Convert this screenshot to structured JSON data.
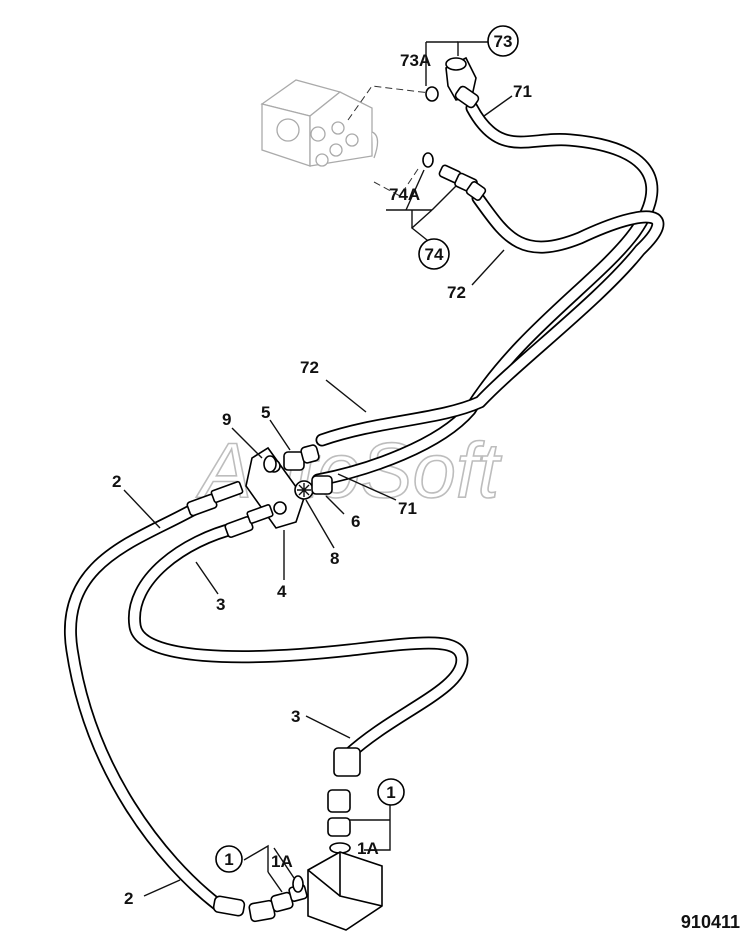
{
  "watermark": "AutoSoft",
  "drawing_number": "910411",
  "callouts": {
    "c73": "73",
    "c73a": "73A",
    "c71_top": "71",
    "c74": "74",
    "c74a": "74A",
    "c72_top": "72",
    "c72_mid": "72",
    "c9": "9",
    "c5": "5",
    "c2_upper": "2",
    "c71_mid": "71",
    "c6": "6",
    "c8": "8",
    "c3_upper": "3",
    "c4": "4",
    "c3_lower": "3",
    "c1_right": "1",
    "c1a_right": "1A",
    "c1_left": "1",
    "c1a_left": "1A",
    "c2_lower": "2"
  }
}
